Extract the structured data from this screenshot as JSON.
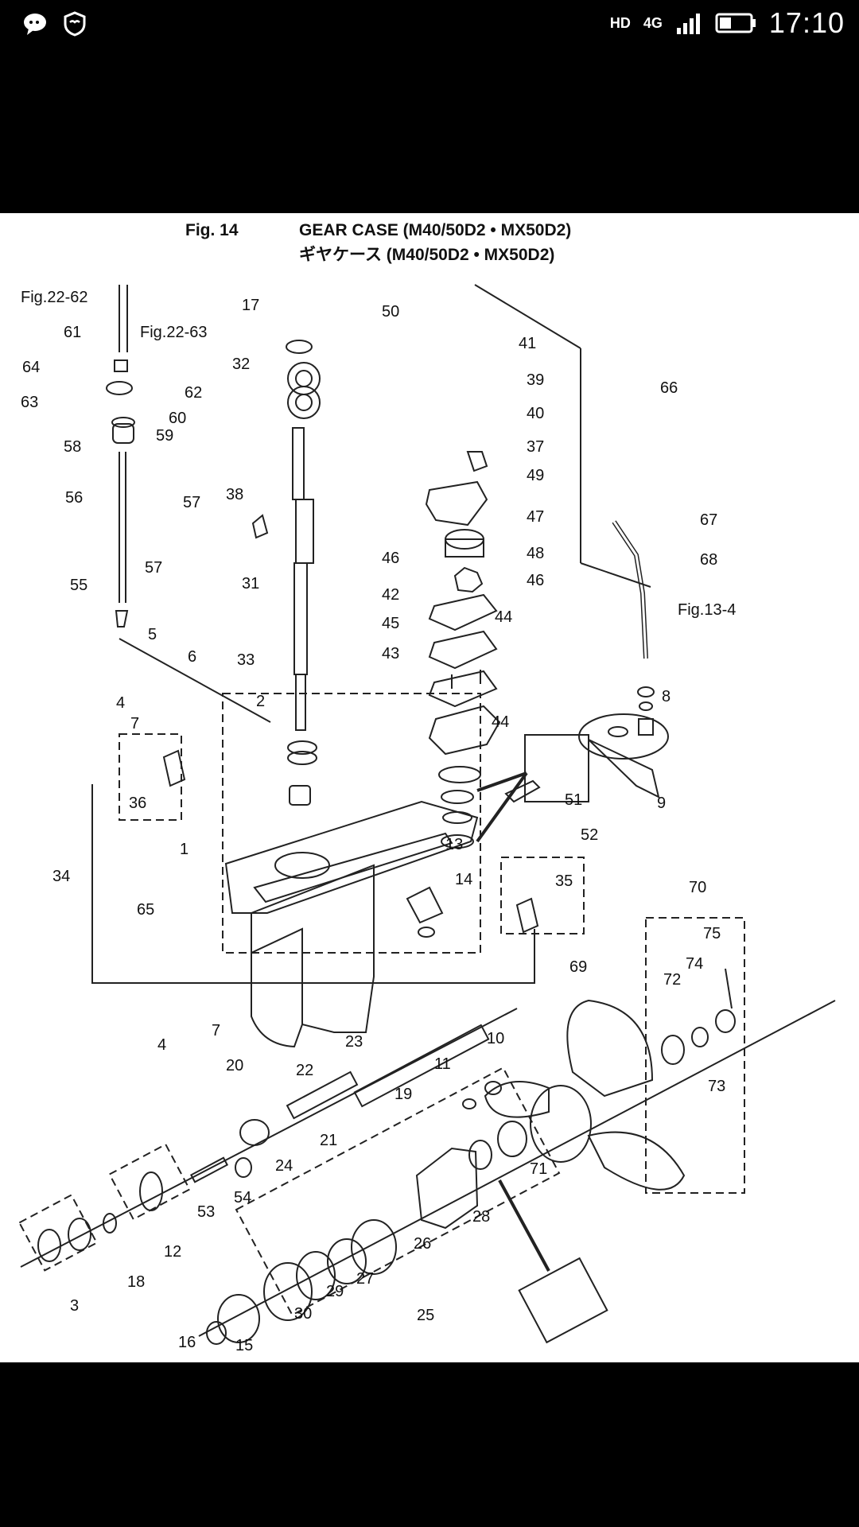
{
  "status_bar": {
    "time": "17:10",
    "network": "4G",
    "hd": "HD",
    "icons": [
      "chat-bubble-icon",
      "shield-face-icon",
      "signal-icon",
      "battery-icon"
    ]
  },
  "figure": {
    "fig_label": "Fig. 14",
    "title_en": "GEAR CASE (M40/50D2 • MX50D2)",
    "title_ja": "ギヤケース (M40/50D2 • MX50D2)"
  },
  "callouts": [
    {
      "id": "fig-22-62",
      "text": "Fig.22-62"
    },
    {
      "id": "fig-22-63",
      "text": "Fig.22-63"
    },
    {
      "id": "fig-13-4",
      "text": "Fig.13-4"
    },
    {
      "id": "p17",
      "text": "17"
    },
    {
      "id": "p32",
      "text": "32"
    },
    {
      "id": "p61",
      "text": "61"
    },
    {
      "id": "p64",
      "text": "64"
    },
    {
      "id": "p62",
      "text": "62"
    },
    {
      "id": "p63",
      "text": "63"
    },
    {
      "id": "p60",
      "text": "60"
    },
    {
      "id": "p59",
      "text": "59"
    },
    {
      "id": "p58",
      "text": "58"
    },
    {
      "id": "p56",
      "text": "56"
    },
    {
      "id": "p57a",
      "text": "57"
    },
    {
      "id": "p57b",
      "text": "57"
    },
    {
      "id": "p38",
      "text": "38"
    },
    {
      "id": "p31",
      "text": "31"
    },
    {
      "id": "p55",
      "text": "55"
    },
    {
      "id": "p50",
      "text": "50"
    },
    {
      "id": "p41",
      "text": "41"
    },
    {
      "id": "p39",
      "text": "39"
    },
    {
      "id": "p40",
      "text": "40"
    },
    {
      "id": "p37",
      "text": "37"
    },
    {
      "id": "p49",
      "text": "49"
    },
    {
      "id": "p47",
      "text": "47"
    },
    {
      "id": "p46a",
      "text": "46"
    },
    {
      "id": "p48",
      "text": "48"
    },
    {
      "id": "p46b",
      "text": "46"
    },
    {
      "id": "p42",
      "text": "42"
    },
    {
      "id": "p45",
      "text": "45"
    },
    {
      "id": "p44a",
      "text": "44"
    },
    {
      "id": "p43",
      "text": "43"
    },
    {
      "id": "p44b",
      "text": "44"
    },
    {
      "id": "p66",
      "text": "66"
    },
    {
      "id": "p67",
      "text": "67"
    },
    {
      "id": "p68",
      "text": "68"
    },
    {
      "id": "p5",
      "text": "5"
    },
    {
      "id": "p6",
      "text": "6"
    },
    {
      "id": "p33",
      "text": "33"
    },
    {
      "id": "p2",
      "text": "2"
    },
    {
      "id": "p4a",
      "text": "4"
    },
    {
      "id": "p7a",
      "text": "7"
    },
    {
      "id": "p36",
      "text": "36"
    },
    {
      "id": "p8",
      "text": "8"
    },
    {
      "id": "p9",
      "text": "9"
    },
    {
      "id": "p51",
      "text": "51"
    },
    {
      "id": "p52",
      "text": "52"
    },
    {
      "id": "p1",
      "text": "1"
    },
    {
      "id": "p34",
      "text": "34"
    },
    {
      "id": "p13",
      "text": "13"
    },
    {
      "id": "p14",
      "text": "14"
    },
    {
      "id": "p35",
      "text": "35"
    },
    {
      "id": "p65",
      "text": "65"
    },
    {
      "id": "p70",
      "text": "70"
    },
    {
      "id": "p75",
      "text": "75"
    },
    {
      "id": "p74",
      "text": "74"
    },
    {
      "id": "p69",
      "text": "69"
    },
    {
      "id": "p72",
      "text": "72"
    },
    {
      "id": "p73",
      "text": "73"
    },
    {
      "id": "p4b",
      "text": "4"
    },
    {
      "id": "p7b",
      "text": "7"
    },
    {
      "id": "p23",
      "text": "23"
    },
    {
      "id": "p10",
      "text": "10"
    },
    {
      "id": "p20",
      "text": "20"
    },
    {
      "id": "p22",
      "text": "22"
    },
    {
      "id": "p11",
      "text": "11"
    },
    {
      "id": "p19",
      "text": "19"
    },
    {
      "id": "p21",
      "text": "21"
    },
    {
      "id": "p24",
      "text": "24"
    },
    {
      "id": "p71",
      "text": "71"
    },
    {
      "id": "p54",
      "text": "54"
    },
    {
      "id": "p53",
      "text": "53"
    },
    {
      "id": "p28",
      "text": "28"
    },
    {
      "id": "p26",
      "text": "26"
    },
    {
      "id": "p12",
      "text": "12"
    },
    {
      "id": "p18",
      "text": "18"
    },
    {
      "id": "p3",
      "text": "3"
    },
    {
      "id": "p27",
      "text": "27"
    },
    {
      "id": "p29",
      "text": "29"
    },
    {
      "id": "p30",
      "text": "30"
    },
    {
      "id": "p25",
      "text": "25"
    },
    {
      "id": "p16",
      "text": "16"
    },
    {
      "id": "p15",
      "text": "15"
    }
  ]
}
